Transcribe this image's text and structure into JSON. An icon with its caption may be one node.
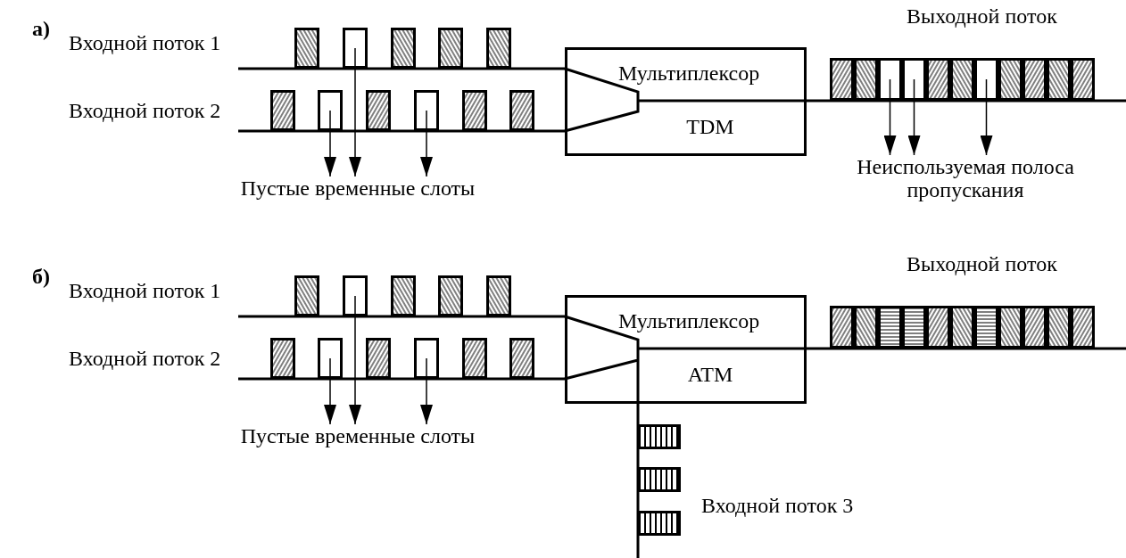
{
  "diagram": {
    "nodes": [
      {
        "text": [],
        "shape": "box"
      },
      {
        "text": [],
        "shape": "box"
      },
      {
        "text": [],
        "shape": "box"
      },
      {
        "text": [
          "Мультиплексор",
          "TDM"
        ]
      },
      {
        "text": [],
        "shape": "box"
      },
      {
        "text": [],
        "shape": "box"
      },
      {
        "text": [],
        "shape": "box"
      },
      {
        "text": [
          "Пустые временные слоты"
        ]
      },
      {
        "text": [
          "Неиспользуемая полоса пропускания"
        ]
      },
      {
        "text": [],
        "shape": "box"
      },
      {
        "text": [],
        "shape": "box"
      },
      {
        "text": [],
        "shape": "box"
      },
      {
        "text": [
          "Мультиплексор",
          "ATM"
        ]
      },
      {
        "text": [
          "Пустые временные слоты"
        ]
      }
    ],
    "edges": [
      {
        "from": 0,
        "to": 7,
        "arrow": "to"
      },
      {
        "from": 1,
        "to": 7,
        "arrow": "to"
      },
      {
        "from": 2,
        "to": 7,
        "arrow": "to"
      },
      {
        "from": 4,
        "to": 8,
        "arrow": "to"
      },
      {
        "from": 5,
        "to": 8,
        "arrow": "to"
      },
      {
        "from": 6,
        "to": 8,
        "arrow": "to"
      },
      {
        "from": null,
        "to": 3,
        "arrow": "none"
      },
      {
        "from": null,
        "to": 3,
        "arrow": "none"
      },
      {
        "from": 3,
        "to": null,
        "arrow": "none"
      },
      {
        "from": 9,
        "to": 13,
        "arrow": "to"
      },
      {
        "from": 10,
        "to": 13,
        "arrow": "to"
      },
      {
        "from": 11,
        "to": 13,
        "arrow": "to"
      },
      {
        "from": null,
        "to": 12,
        "arrow": "none"
      },
      {
        "from": null,
        "to": 12,
        "arrow": "none"
      },
      {
        "from": null,
        "to": 12,
        "arrow": "none"
      },
      {
        "from": 12,
        "to": null,
        "arrow": "none"
      }
    ],
    "labels": [
      "а)",
      "Входной поток 1",
      "Выходной поток",
      "Входной поток 2",
      "б)",
      "Входной поток 1",
      "Выходной поток",
      "Входной поток 2",
      "Входной поток 3"
    ]
  }
}
